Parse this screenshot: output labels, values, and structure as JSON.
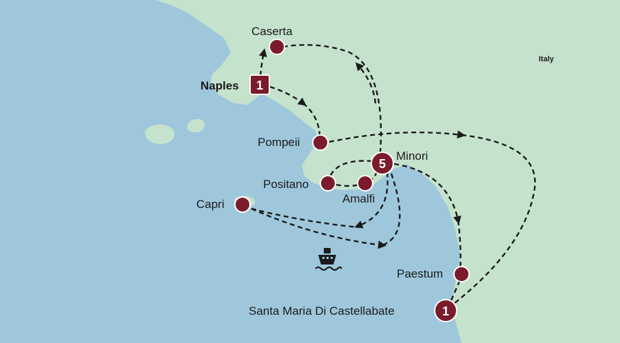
{
  "map": {
    "country": "Italy",
    "colors": {
      "sea": "#9ec7dc",
      "land": "#c5e2cd",
      "marker": "#7a1c2c",
      "marker_stroke": "#ffffff",
      "route": "#1b1b1b"
    },
    "stops": [
      {
        "name": "Caserta"
      },
      {
        "name": "Naples",
        "nights": "1"
      },
      {
        "name": "Pompeii"
      },
      {
        "name": "Minori",
        "nights": "5"
      },
      {
        "name": "Positano"
      },
      {
        "name": "Amalfi"
      },
      {
        "name": "Capri"
      },
      {
        "name": "Paestum"
      },
      {
        "name": "Santa Maria Di Castellabate",
        "nights": "1"
      }
    ],
    "icons": [
      "ferry-icon"
    ]
  }
}
